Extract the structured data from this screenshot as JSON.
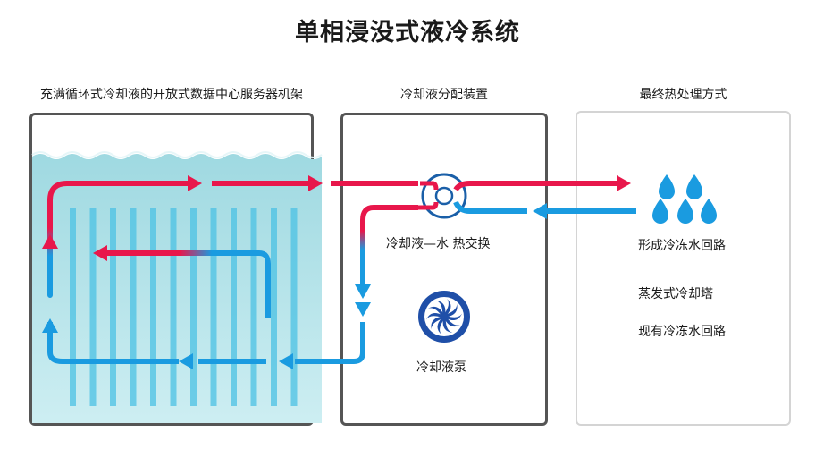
{
  "title": "单相浸没式液冷系统",
  "panels": {
    "rack": {
      "label": "充满循环式冷却液的开放式数据中心服务器机架"
    },
    "cdu": {
      "label": "冷却液分配装置",
      "heat_exchange": "冷却液—水 热交换",
      "pump": "冷却液泵"
    },
    "heat": {
      "label": "最终热处理方式",
      "items": [
        "形成冷冻水回路",
        "蒸发式冷却塔",
        "现有冷冻水回路"
      ]
    }
  },
  "colors": {
    "hot": "#e8174b",
    "cold": "#1a9be0",
    "coolant": "#a9dfe6",
    "frame": "#555555"
  },
  "icons": {
    "exchanger": "heat-exchanger-icon",
    "pump": "pump-icon",
    "water": "water-drops-icon"
  }
}
